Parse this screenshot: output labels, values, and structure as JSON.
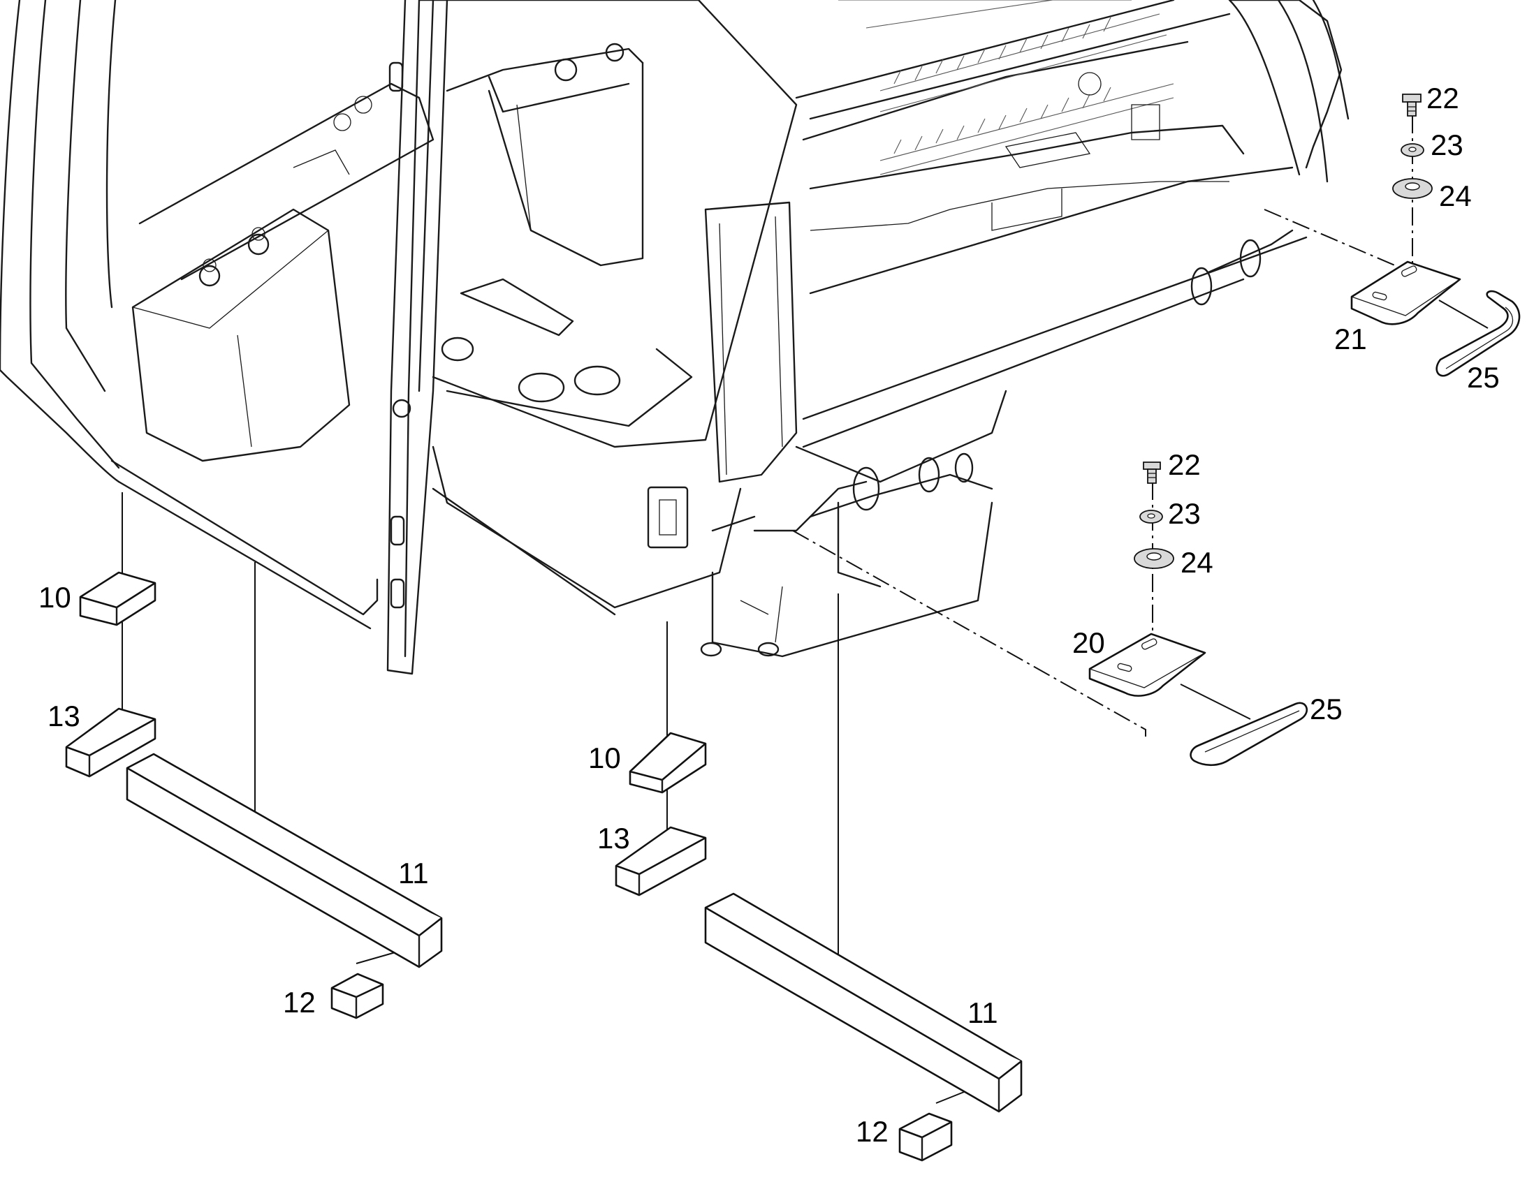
{
  "diagram": {
    "callouts": {
      "c10a": "10",
      "c13a": "13",
      "c11a": "11",
      "c12a": "12",
      "c10b": "10",
      "c13b": "13",
      "c11b": "11",
      "c12b": "12",
      "c20": "20",
      "c21": "21",
      "c22a": "22",
      "c23a": "23",
      "c24a": "24",
      "c25a": "25",
      "c22b": "22",
      "c23b": "23",
      "c24b": "24",
      "c25b": "25"
    }
  }
}
